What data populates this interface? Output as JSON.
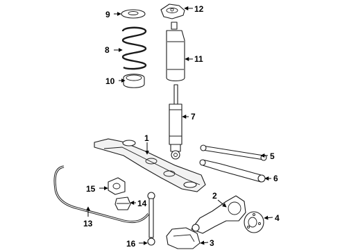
{
  "callouts": [
    {
      "id": "c1",
      "label": "1"
    },
    {
      "id": "c2",
      "label": "2"
    },
    {
      "id": "c3",
      "label": "3"
    },
    {
      "id": "c4",
      "label": "4"
    },
    {
      "id": "c5",
      "label": "5"
    },
    {
      "id": "c6",
      "label": "6"
    },
    {
      "id": "c7",
      "label": "7"
    },
    {
      "id": "c8",
      "label": "8"
    },
    {
      "id": "c9",
      "label": "9"
    },
    {
      "id": "c10",
      "label": "10"
    },
    {
      "id": "c11",
      "label": "11"
    },
    {
      "id": "c12",
      "label": "12"
    },
    {
      "id": "c13",
      "label": "13"
    },
    {
      "id": "c14",
      "label": "14"
    },
    {
      "id": "c15",
      "label": "15"
    },
    {
      "id": "c16",
      "label": "16"
    }
  ],
  "colors": {
    "line": "#1a1a1a",
    "background": "#ffffff",
    "label": "#000000"
  }
}
